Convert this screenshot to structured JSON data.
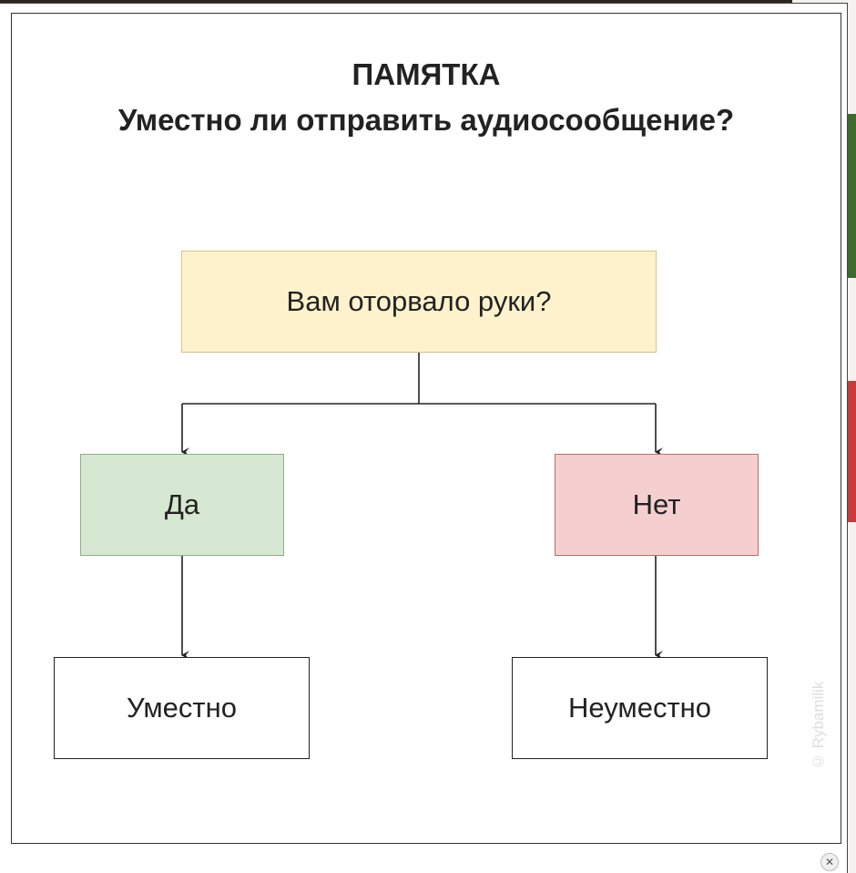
{
  "memo": {
    "title": "ПАМЯТКА",
    "subtitle": "Уместно ли отправить аудиосообщение?"
  },
  "flowchart": {
    "question": "Вам оторвало руки?",
    "yes": "Да",
    "no": "Нет",
    "yes_result": "Уместно",
    "no_result": "Неуместно"
  },
  "watermark": "© Rybamilik",
  "lightbox": {
    "close_icon": "close-icon"
  },
  "colors": {
    "question_fill": "#fdf2cc",
    "yes_fill": "#d7e8d2",
    "no_fill": "#f5cfcf",
    "result_fill": "#ffffff"
  }
}
